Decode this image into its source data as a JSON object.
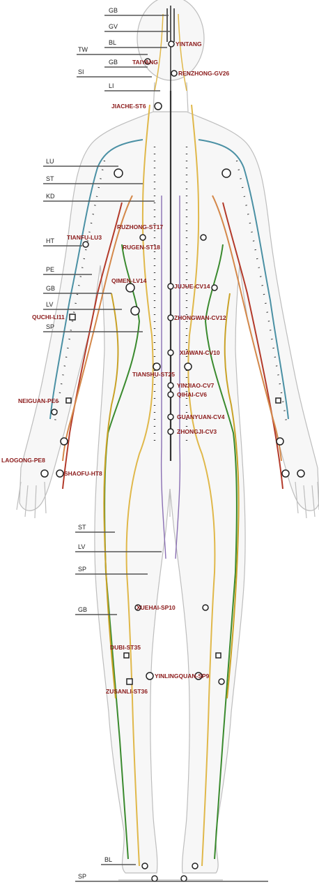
{
  "meridian_labels": [
    {
      "id": "gb-head",
      "text": "GB"
    },
    {
      "id": "gv-head",
      "text": "GV"
    },
    {
      "id": "bl-head",
      "text": "BL"
    },
    {
      "id": "tw-head",
      "text": "TW"
    },
    {
      "id": "gb-head2",
      "text": "GB"
    },
    {
      "id": "si-head",
      "text": "SI"
    },
    {
      "id": "li-head",
      "text": "LI"
    },
    {
      "id": "lu-chest",
      "text": "LU"
    },
    {
      "id": "st-chest",
      "text": "ST"
    },
    {
      "id": "kd-chest",
      "text": "KD"
    },
    {
      "id": "ht-arm",
      "text": "HT"
    },
    {
      "id": "pe-arm",
      "text": "PE"
    },
    {
      "id": "gb-trunk",
      "text": "GB"
    },
    {
      "id": "lv-trunk",
      "text": "LV"
    },
    {
      "id": "sp-trunk",
      "text": "SP"
    },
    {
      "id": "st-leg",
      "text": "ST"
    },
    {
      "id": "lv-leg",
      "text": "LV"
    },
    {
      "id": "sp-leg",
      "text": "SP"
    },
    {
      "id": "gb-leg",
      "text": "GB"
    },
    {
      "id": "bl-foot",
      "text": "BL"
    },
    {
      "id": "sp-foot",
      "text": "SP"
    }
  ],
  "point_labels": [
    {
      "id": "yintang",
      "text": "YINTANG"
    },
    {
      "id": "taiyang",
      "text": "TAIYANG"
    },
    {
      "id": "renzhong",
      "text": "RENZHONG-GV26"
    },
    {
      "id": "jiache",
      "text": "JIACHE-ST6"
    },
    {
      "id": "rugen",
      "text": "RUZHONG-ST17"
    },
    {
      "id": "tianfu",
      "text": "TIANFU-LU3"
    },
    {
      "id": "rugen2",
      "text": "RUGEN-ST18"
    },
    {
      "id": "qimen",
      "text": "QIMEN-LV14"
    },
    {
      "id": "jujue",
      "text": "JUJUE-CV14"
    },
    {
      "id": "quchi",
      "text": "QUCHI-LI11"
    },
    {
      "id": "zhongwan",
      "text": "ZHONGWAN-CV12"
    },
    {
      "id": "xiawan",
      "text": "XIAWAN-CV10"
    },
    {
      "id": "tianshu",
      "text": "TIANSHU-ST25"
    },
    {
      "id": "yinjiao",
      "text": "YINJIAO-CV7"
    },
    {
      "id": "qihai",
      "text": "QIHAI-CV6"
    },
    {
      "id": "neiguan",
      "text": "NEIGUAN-PE6"
    },
    {
      "id": "guanyuan",
      "text": "GUANYUAN-CV4"
    },
    {
      "id": "zhongji",
      "text": "ZHONGJI-CV3"
    },
    {
      "id": "laogong",
      "text": "LAOGONG-PE8"
    },
    {
      "id": "shaofu",
      "text": "SHAOFU-HT8"
    },
    {
      "id": "xuehai",
      "text": "XUEHAI-SP10"
    },
    {
      "id": "dubi",
      "text": "DUBI-ST35"
    },
    {
      "id": "yinlingquan",
      "text": "YINLINGQUAN-SP9"
    },
    {
      "id": "zusanli",
      "text": "ZUSANLI-ST36"
    }
  ],
  "colors": {
    "lung": "#4a90a4",
    "stomach": "#e0b84a",
    "liver": "#3a8a2e",
    "heart": "#b33a2a",
    "pericardium": "#d4884a",
    "conception": "#333333",
    "spleen": "#c9a227",
    "label_red": "#8b1a1a"
  }
}
